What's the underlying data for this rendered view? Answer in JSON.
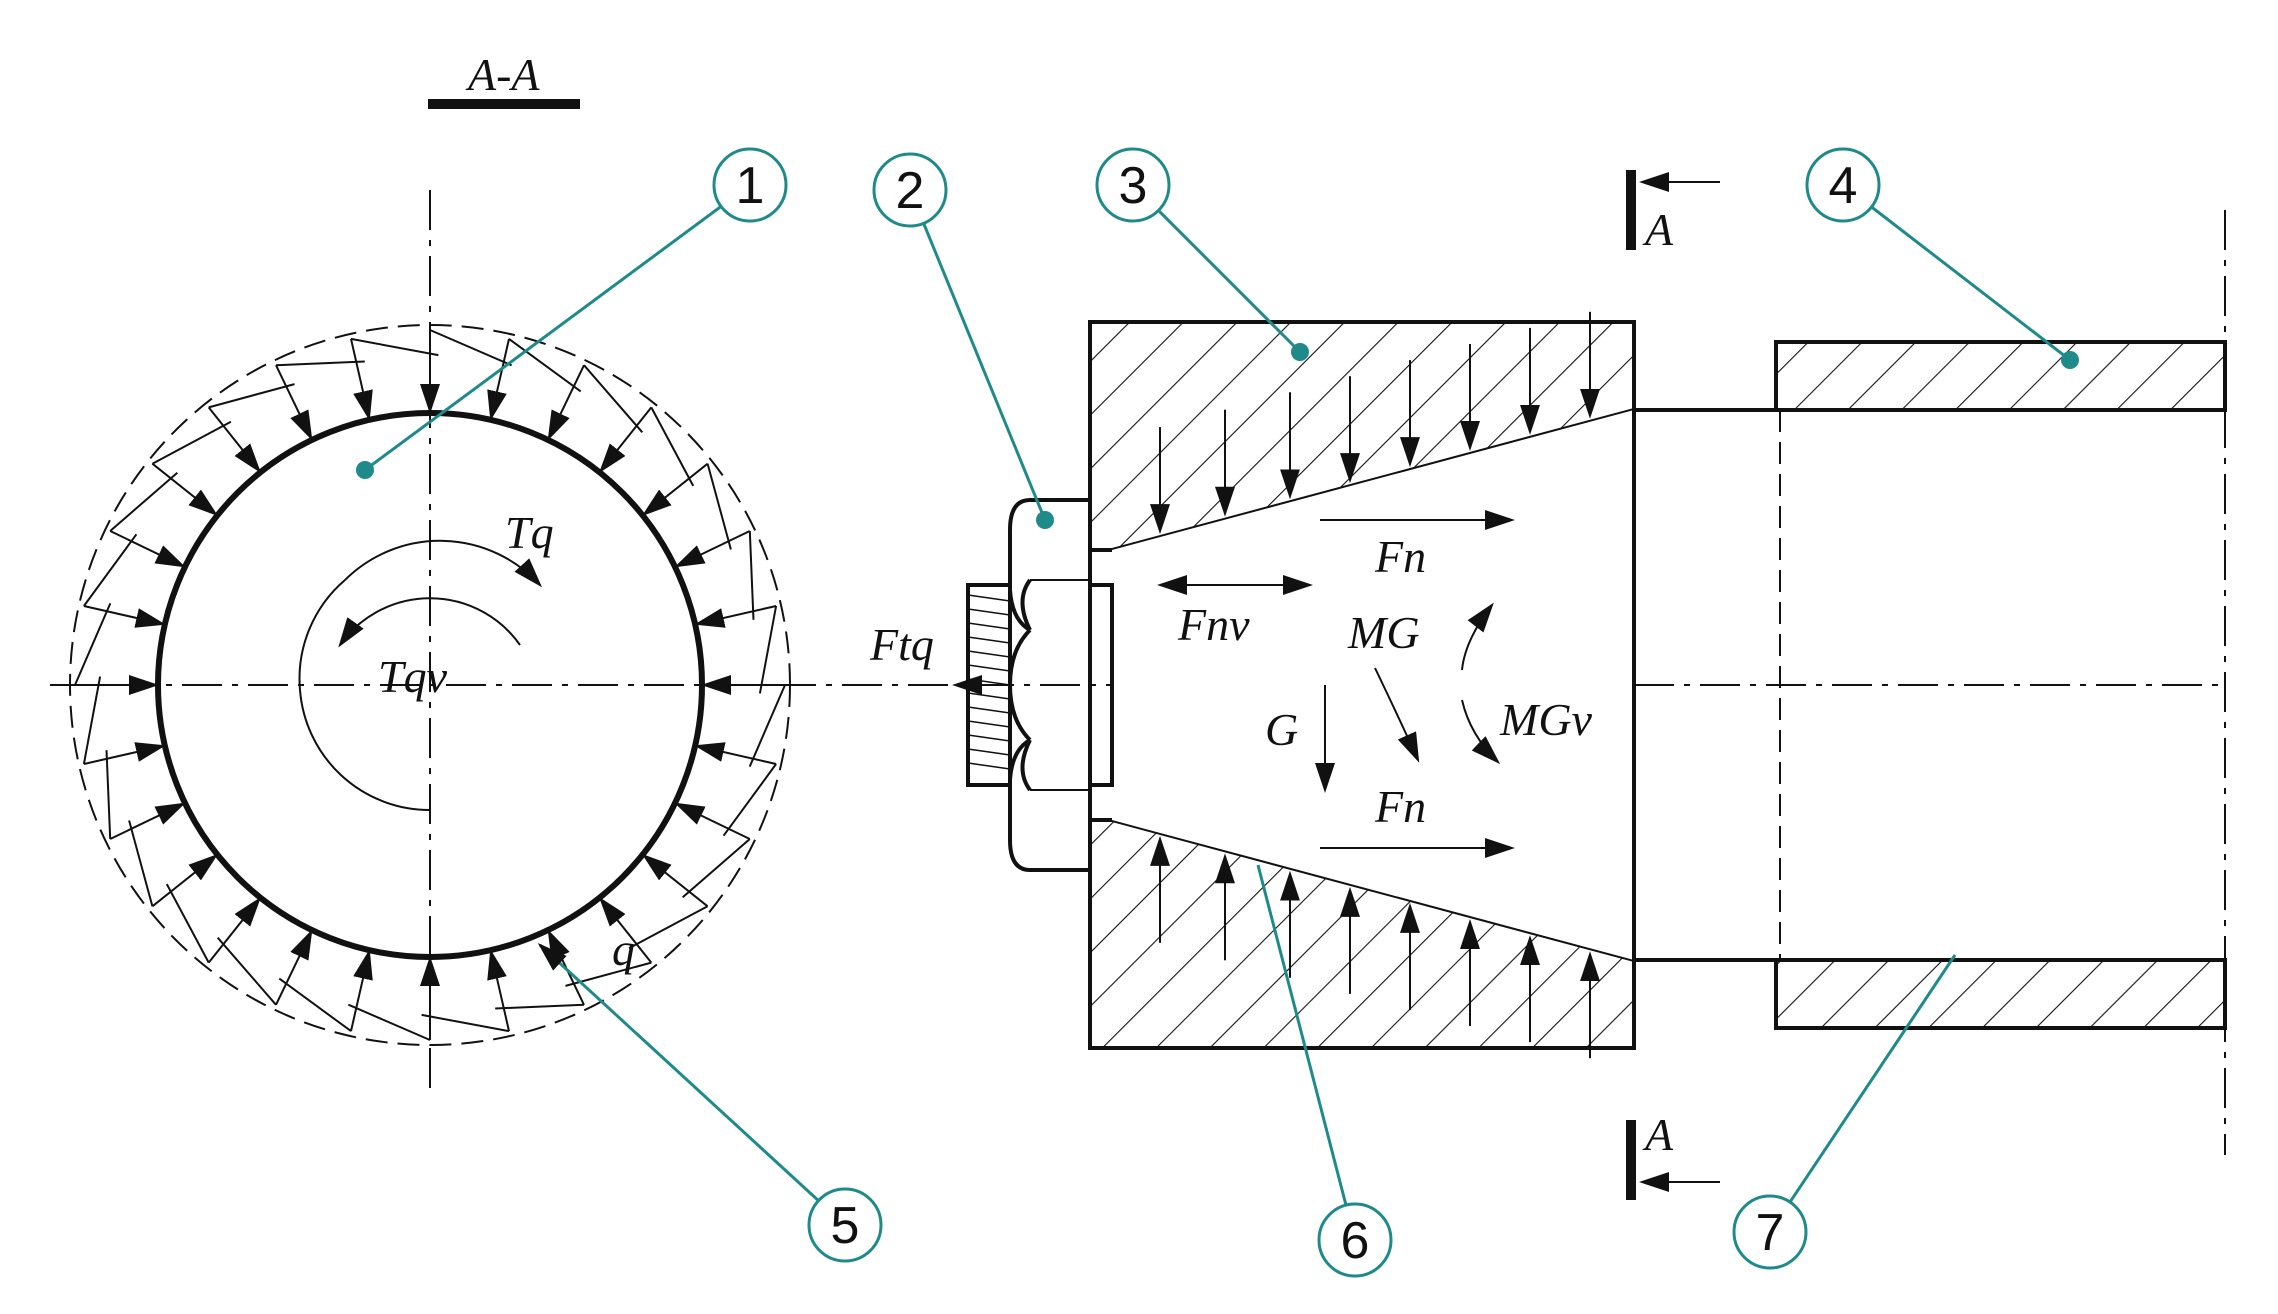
{
  "section_label": "A-A",
  "section_marks": [
    "A",
    "A"
  ],
  "force_labels": {
    "Tq": "Tq",
    "Tqv": "Tqv",
    "q": "q",
    "Ftq": "Ftq",
    "Fn_top": "Fn",
    "Fn_bottom": "Fn",
    "Fnv": "Fnv",
    "MG": "MG",
    "MGv": "MGv",
    "G": "G"
  },
  "callouts": [
    "1",
    "2",
    "3",
    "4",
    "5",
    "6",
    "7"
  ],
  "colors": {
    "callout": "#1f8a8a",
    "line": "#111111"
  }
}
